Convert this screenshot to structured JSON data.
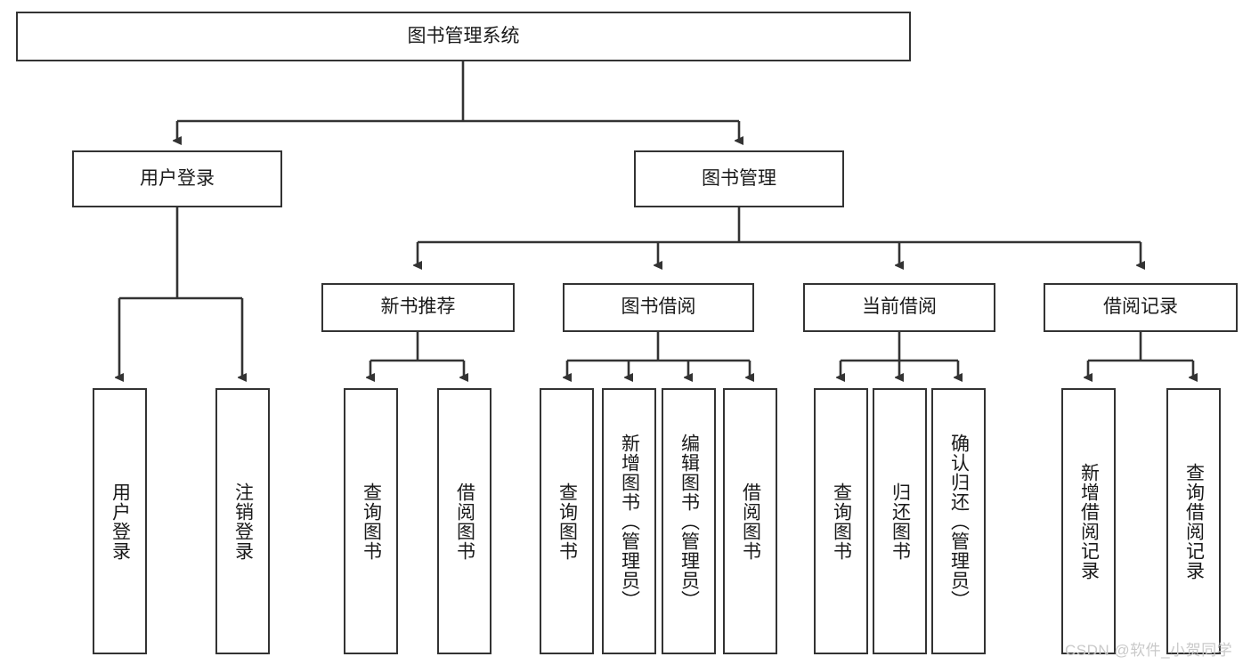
{
  "diagram": {
    "title": "图书管理系统",
    "type": "tree-hierarchy-diagram",
    "watermark": "CSDN @软件_小贺同学",
    "colors": {
      "box_border": "#333333",
      "box_fill": "#ffffff",
      "connector": "#333333",
      "text": "#1a1a1a",
      "watermark": "#c9c9c9"
    },
    "root": {
      "label": "图书管理系统"
    },
    "level2": [
      {
        "label": "用户登录"
      },
      {
        "label": "图书管理"
      }
    ],
    "level3": [
      {
        "label": "新书推荐"
      },
      {
        "label": "图书借阅"
      },
      {
        "label": "当前借阅"
      },
      {
        "label": "借阅记录"
      }
    ],
    "leaves": {
      "user_login": [
        {
          "label": "用户登录"
        },
        {
          "label": "注销登录"
        }
      ],
      "new_book_recommend": [
        {
          "label": "查询图书"
        },
        {
          "label": "借阅图书"
        }
      ],
      "book_borrow": [
        {
          "label": "查询图书"
        },
        {
          "label": "新增图书（管理员）"
        },
        {
          "label": "编辑图书（管理员）"
        },
        {
          "label": "借阅图书"
        }
      ],
      "current_borrow": [
        {
          "label": "查询图书"
        },
        {
          "label": "归还图书"
        },
        {
          "label": "确认归还（管理员）"
        }
      ],
      "borrow_record": [
        {
          "label": "新增借阅记录"
        },
        {
          "label": "查询借阅记录"
        }
      ]
    }
  }
}
